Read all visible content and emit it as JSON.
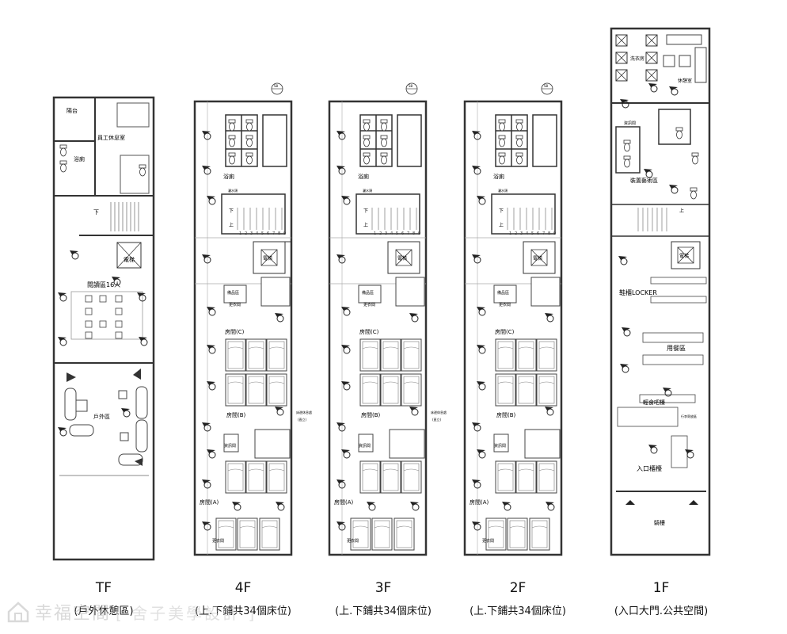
{
  "floors": [
    {
      "code": "TF",
      "desc": "(戶外休憩區)",
      "rooms": [
        "陽台",
        "員工休息室",
        "浴廁",
        "電梯",
        "閱讀區16人",
        "戶外區"
      ],
      "stair_mark": "下"
    },
    {
      "code": "4F",
      "desc": "(上.下鋪共34個床位)",
      "rooms": [
        "浴廁",
        "電梯",
        "房間(C)",
        "房間(B)",
        "房間(A)",
        "備品區",
        "更衣間",
        "資訊間",
        "更衣間"
      ],
      "stair_marks": [
        "下",
        "上"
      ],
      "step_numbers": [
        "1",
        "2",
        "3",
        "4",
        "5",
        "6",
        "7",
        "8",
        "9"
      ],
      "notes": [
        "灑水頭",
        "床邊休息處",
        "(直立)"
      ],
      "section_mark": "S8"
    },
    {
      "code": "3F",
      "desc": "(上.下鋪共34個床位)",
      "rooms": [
        "浴廁",
        "電梯",
        "房間(C)",
        "房間(B)",
        "房間(A)",
        "備品區",
        "更衣間",
        "資訊間",
        "更衣間"
      ],
      "stair_marks": [
        "下",
        "上"
      ],
      "step_numbers": [
        "1",
        "2",
        "3",
        "4",
        "5",
        "6",
        "7",
        "8",
        "9"
      ],
      "notes": [
        "灑水頭",
        "床邊休息處",
        "(直立)"
      ],
      "section_mark": "S8"
    },
    {
      "code": "2F",
      "desc": "(上.下鋪共34個床位)",
      "rooms": [
        "浴廁",
        "電梯",
        "房間(C)",
        "房間(B)",
        "房間(A)",
        "備品區",
        "更衣間",
        "資訊間",
        "更衣間"
      ],
      "stair_marks": [
        "下",
        "上"
      ],
      "step_numbers": [
        "1",
        "2",
        "3",
        "4",
        "5",
        "6",
        "7",
        "8",
        "9"
      ],
      "notes": [
        "灑水頭"
      ],
      "section_mark": "S8"
    },
    {
      "code": "1F",
      "desc": "(入口大門.公共空間)",
      "rooms": [
        "洗衣房",
        "休憩室",
        "資訊間",
        "裝置藝術區",
        "電梯",
        "鞋櫃LOCKER",
        "用餐區",
        "輕食吧檯",
        "入口櫃檯",
        "騎樓",
        "行李寄放區"
      ],
      "stair_mark": "上"
    }
  ],
  "watermark": {
    "brand": "幸福空間",
    "sub": "[ 舍子美學設計 ]"
  }
}
